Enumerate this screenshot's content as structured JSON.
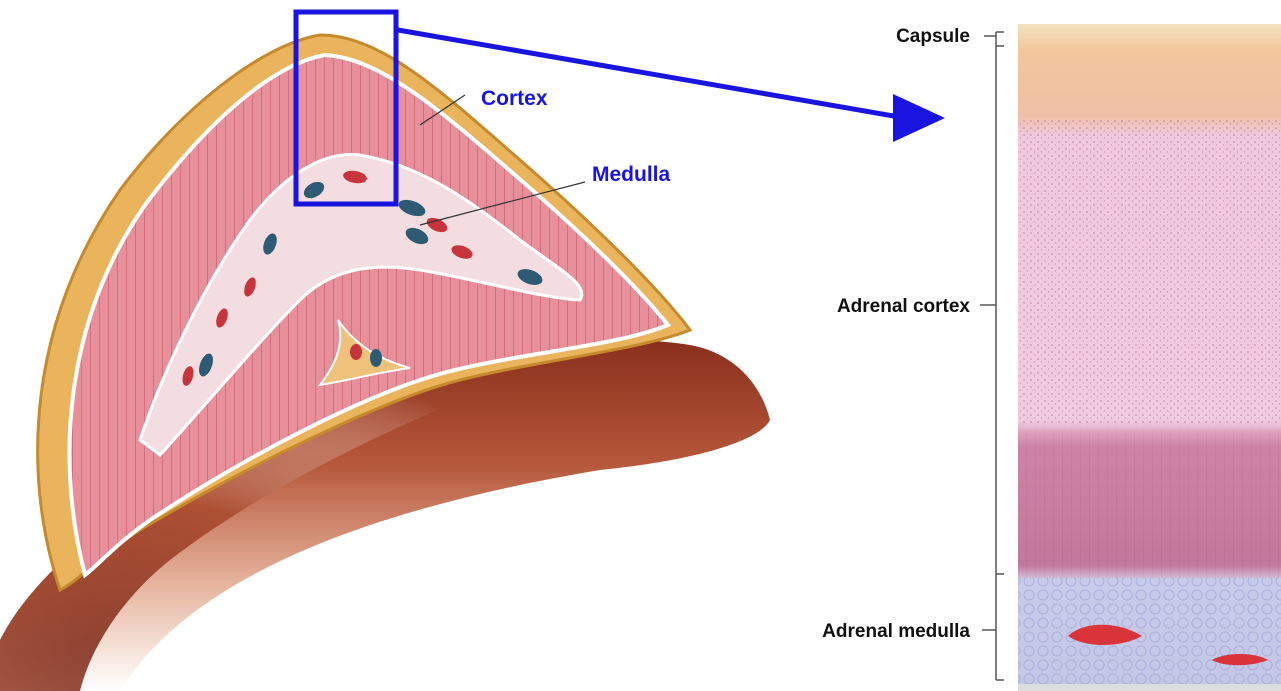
{
  "labels": {
    "cortex": "Cortex",
    "medulla": "Medulla",
    "capsule": "Capsule",
    "adrenal_cortex": "Adrenal cortex",
    "adrenal_medulla": "Adrenal medulla"
  },
  "colors": {
    "callout_blue": "#1a14e0",
    "capsule_yellow": "#e8b35a",
    "cortex_pink": "#e38a96",
    "medulla_pale": "#f3dcdf",
    "kidney_brown": "#9c3f26",
    "histo_orange": "#f3c09a",
    "histo_pink": "#f1c7dc",
    "histo_purple": "#b86a9a",
    "histo_blue": "#c8cbe8",
    "vessel_red": "#d4343a",
    "vessel_blue": "#2e5a74"
  },
  "icons": {
    "zoom_box": "magnify-box-icon",
    "zoom_arrow": "arrow-right-icon"
  }
}
